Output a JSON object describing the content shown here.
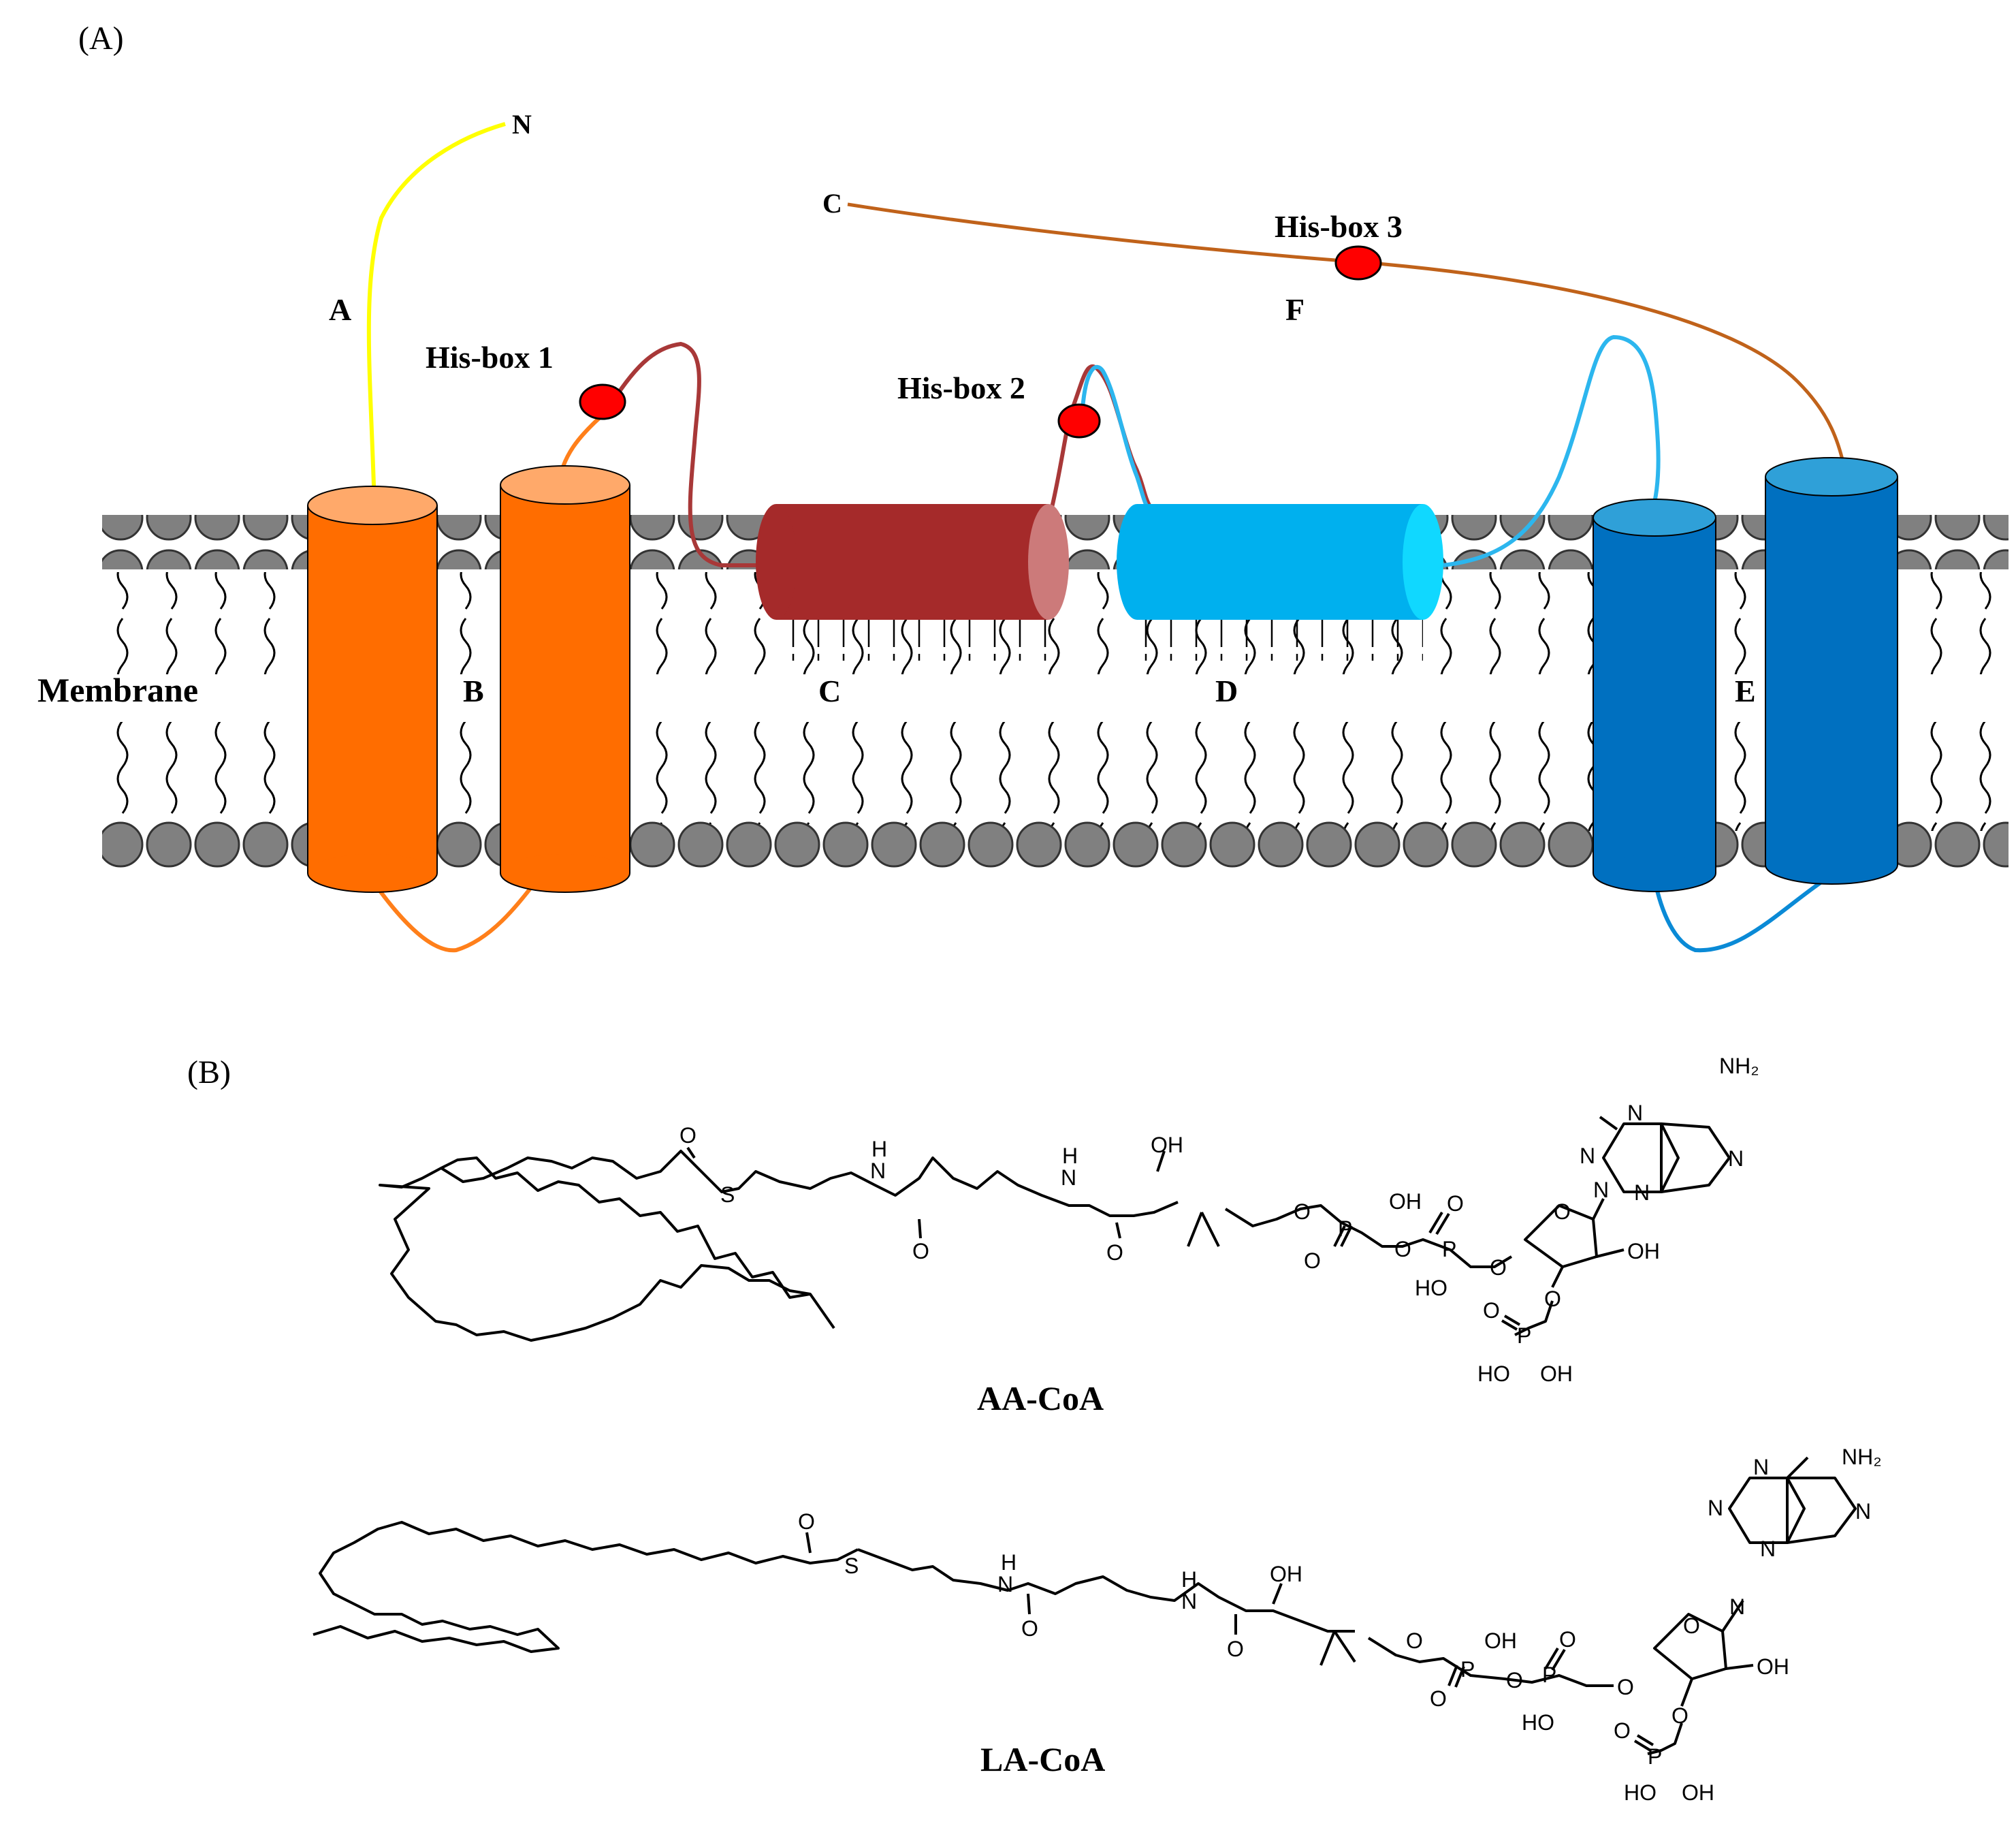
{
  "panel_a": {
    "label": "(A)",
    "terminus_n": "N",
    "terminus_c": "C",
    "membrane_label": "Membrane",
    "segments": [
      "A",
      "B",
      "C",
      "D",
      "E",
      "F"
    ],
    "his_boxes": [
      "His-box 1",
      "His-box 2",
      "His-box 3"
    ],
    "colors": {
      "segment_a": "#ffff00",
      "helix_b": "#ff6d00",
      "helix_b_top": "#ffa96a",
      "helix_c": "#a52a2a",
      "helix_c_end": "#cc7a7a",
      "helix_d": "#00b0ee",
      "helix_d_end": "#10d8ff",
      "helix_e": "#0070c0",
      "helix_e_top": "#2fa0d8",
      "tail_f": "#c0621a",
      "his_box": "#ff0000",
      "lipid_head": "#808080"
    }
  },
  "panel_b": {
    "label": "(B)",
    "molecules": [
      {
        "name": "AA-CoA",
        "atoms": {
          "O1": "O",
          "S": "S",
          "NH1": "H",
          "N1": "N",
          "O2": "O",
          "NH2": "H",
          "N2": "N",
          "O3": "O",
          "OH1": "OH",
          "O4": "O",
          "P1": "P",
          "OH2": "OH",
          "O5": "O",
          "O6": "O",
          "P2": "P",
          "O7": "O",
          "HO1": "HO",
          "O8": "O",
          "O9": "O",
          "N3": "N",
          "OH3": "OH",
          "O10": "O",
          "P3": "P",
          "O11": "O",
          "HO2": "HO",
          "OH4": "OH",
          "Na": "N",
          "Nb": "N",
          "Nc": "N",
          "Nd": "N",
          "NH2amine": "NH₂"
        }
      },
      {
        "name": "LA-CoA",
        "atoms": {
          "O1": "O",
          "S": "S",
          "NH1": "H",
          "N1": "N",
          "O2": "O",
          "NH2": "H",
          "N2": "N",
          "O3": "O",
          "OH1": "OH",
          "O4": "O",
          "P1": "P",
          "OH2": "OH",
          "O5": "O",
          "O6": "O",
          "P2": "P",
          "O7": "O",
          "HO1": "HO",
          "O8": "O",
          "O9": "O",
          "N3": "N",
          "OH3": "OH",
          "O10": "O",
          "P3": "P",
          "O11": "O",
          "HO2": "HO",
          "OH4": "OH",
          "Na": "N",
          "Nb": "N",
          "Nc": "N",
          "Nd": "N",
          "NH2amine": "NH₂"
        }
      }
    ]
  }
}
